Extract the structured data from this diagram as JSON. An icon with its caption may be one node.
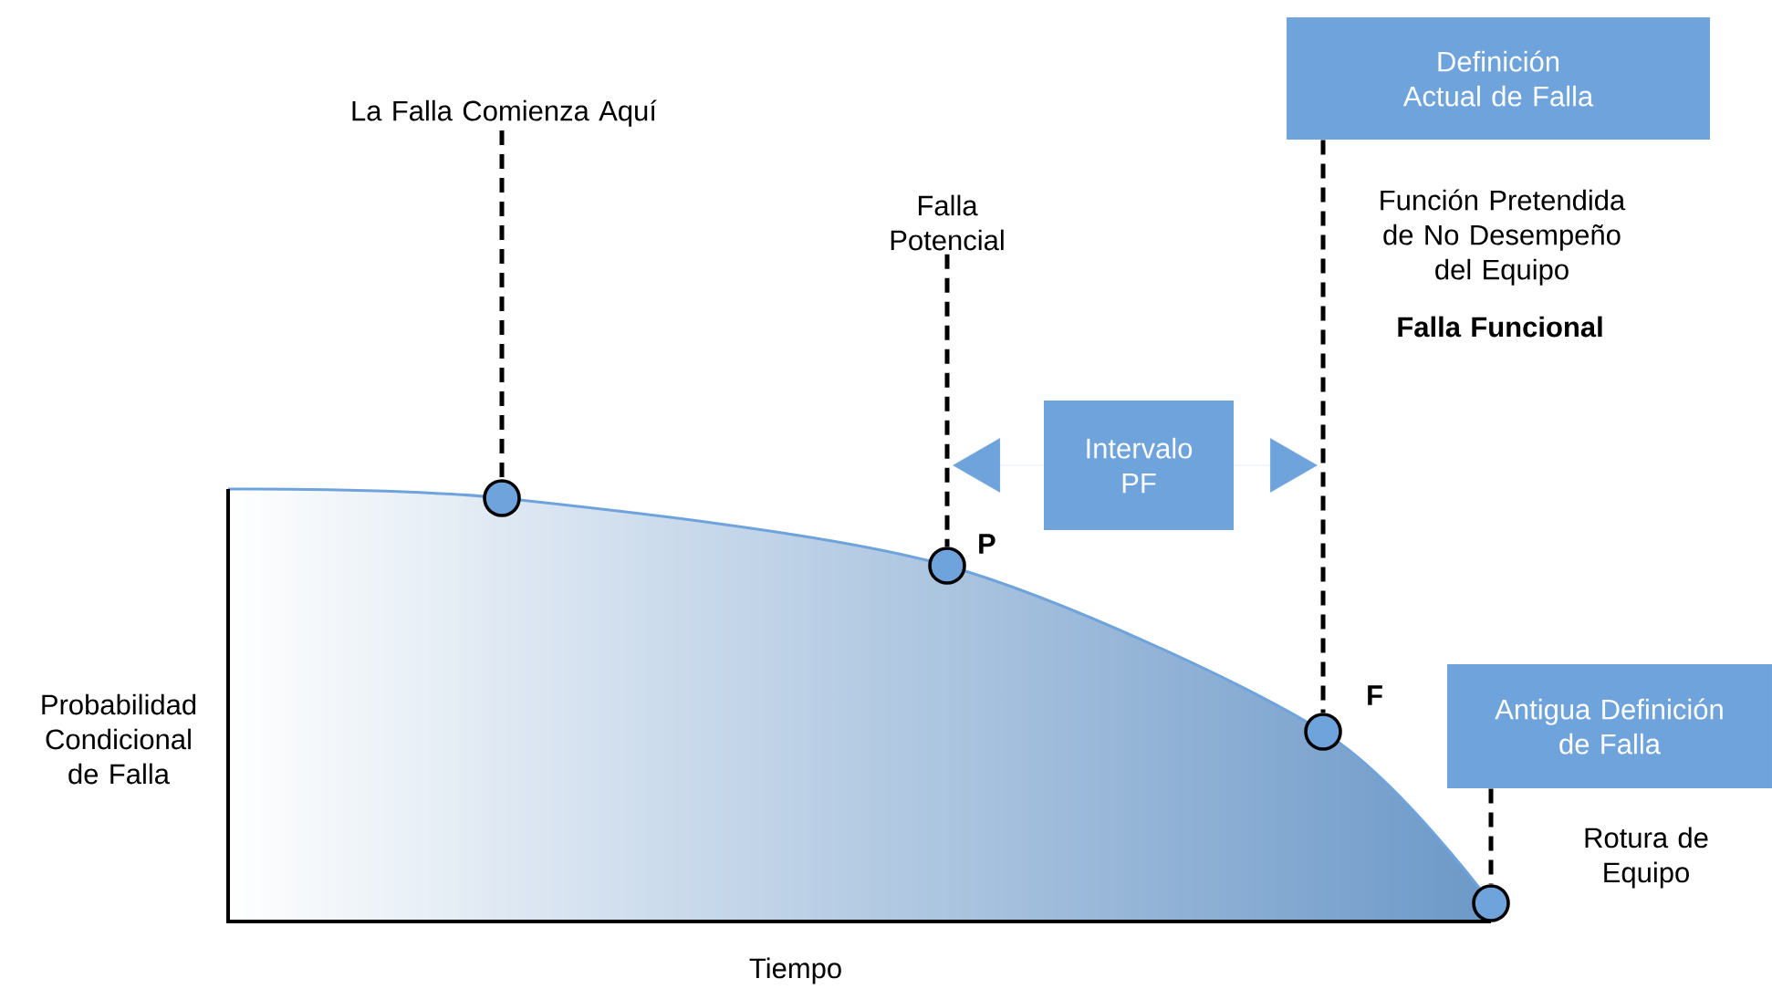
{
  "diagram": {
    "nodes": [
      {
        "text": [
          "La Falla Comienza Aquí"
        ]
      },
      {
        "text": [],
        "shape": "circle"
      },
      {
        "text": [
          "Falla Potencial"
        ]
      },
      {
        "text": [],
        "shape": "circle",
        "beside": [
          "P"
        ]
      },
      {
        "text": [
          "Definición Actual de Falla"
        ]
      },
      {
        "text": [],
        "shape": "circle",
        "beside": [
          "F"
        ]
      },
      {
        "text": [
          "Intervalo PF"
        ]
      },
      {
        "text": [
          "Antigua Definición de Falla"
        ]
      },
      {
        "text": [],
        "shape": "circle"
      }
    ],
    "edges": [
      {
        "from": 0,
        "to": 1,
        "arrow": "none",
        "style": "dashed"
      },
      {
        "from": 2,
        "to": 3,
        "arrow": "none",
        "style": "dashed"
      },
      {
        "from": 4,
        "to": 5,
        "arrow": "none",
        "style": "dashed"
      },
      {
        "from": 7,
        "to": 8,
        "arrow": "none",
        "style": "dashed"
      },
      {
        "from": 6,
        "to": null,
        "arrow": "to",
        "color": "#6fa3db"
      },
      {
        "from": 6,
        "to": null,
        "arrow": "to",
        "color": "#6fa3db"
      }
    ],
    "labels": [
      "Función Pretendida de No Desempeño del Equipo",
      "Falla Funcional",
      "Probabilidad Condicional de Falla",
      "Rotura de Equipo",
      "Tiempo"
    ]
  }
}
